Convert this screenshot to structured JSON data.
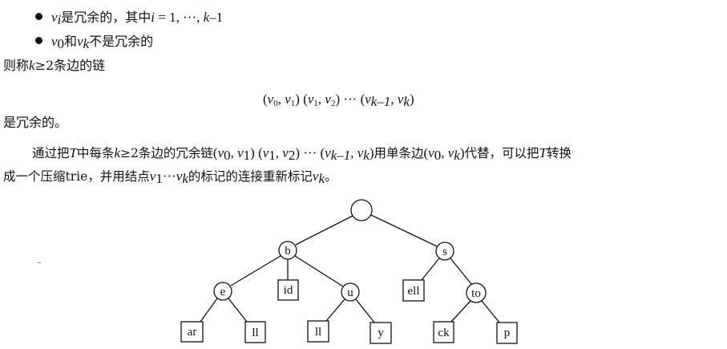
{
  "bullets": [
    {
      "v": "v",
      "sub": "i",
      "text": "是冗余的，其中",
      "i": "i",
      "eq": " = 1, ···, ",
      "k": "k",
      "tail": "–1"
    },
    {
      "v0": "v",
      "sub0": "0",
      "and": "和",
      "vk": "v",
      "subk": "k",
      "text": "不是冗余的"
    }
  ],
  "intro": {
    "pre": "则称",
    "k": "k",
    "geq": "≥2条边的链"
  },
  "formula": {
    "p1": "(",
    "v0": "v",
    "s0": "0",
    "c1": ", ",
    "v1": "v",
    "s1": "1",
    "p2": ") (",
    "v1b": "v",
    "s1b": "1",
    "c2": ", ",
    "v2": "v",
    "s2": "2",
    "p3": ") ··· (",
    "vk1": "v",
    "sk1": "k–1",
    "c3": ", ",
    "vk": "v",
    "sk": "k",
    "p4": ")"
  },
  "redundant": "是冗余的。",
  "paragraph": {
    "line1": {
      "a": "通过把",
      "T": "T",
      "b": "中每条",
      "k": "k",
      "c": "≥2条边的冗余链",
      "f1": "(",
      "v0": "v",
      "s0": "0",
      "f2": ", ",
      "v1": "v",
      "s1": "1",
      "f3": ") (",
      "v1b": "v",
      "s1b": "1",
      "f4": ", ",
      "v2": "v",
      "s2": "2",
      "f5": ") ··· (",
      "vk1": "v",
      "sk1": "k–1",
      "f6": ", ",
      "vk": "v",
      "sk": "k",
      "f7": ")",
      "d": "用单条边",
      "g1": "(",
      "w0": "v",
      "w0s": "0",
      "g2": ", ",
      "wk": "v",
      "wks": "k",
      "g3": ")",
      "e": "代替，可以把",
      "T2": "T",
      "f": "转换"
    },
    "line2": {
      "a": "成一个压缩trie，并用结点",
      "v1": "v",
      "s1": "1",
      "dots": "···",
      "vk": "v",
      "sk": "k",
      "b": "的标记的连接重新标记",
      "vk2": "v",
      "sk2": "k",
      "c": "。"
    }
  },
  "tree": {
    "root": {
      "label": ""
    },
    "internal": [
      {
        "id": "b",
        "label": "b"
      },
      {
        "id": "s",
        "label": "s"
      },
      {
        "id": "e",
        "label": "e"
      },
      {
        "id": "u",
        "label": "u"
      },
      {
        "id": "to",
        "label": "to"
      }
    ],
    "leaves": [
      {
        "label": "id"
      },
      {
        "label": "ell"
      },
      {
        "label": "ar"
      },
      {
        "label": "ll"
      },
      {
        "label": "ll"
      },
      {
        "label": "y"
      },
      {
        "label": "ck"
      },
      {
        "label": "p"
      }
    ]
  }
}
